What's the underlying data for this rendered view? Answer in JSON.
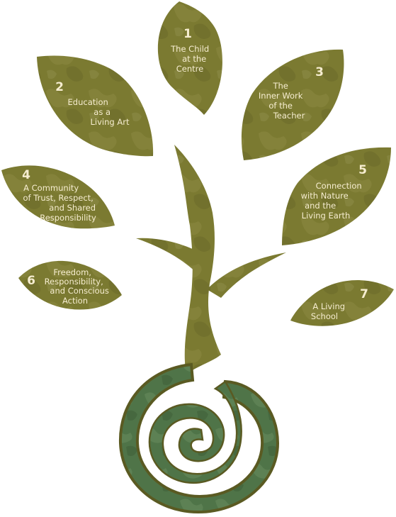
{
  "colors": {
    "leaf": "#7b7a31",
    "leaf_dark": "#5f5e24",
    "leaf_light": "#97945a",
    "stem": "#6f6a30",
    "spiral": "#4f7448",
    "spiral_light": "#6f8f64",
    "text": "#f6edd0"
  },
  "leaves": [
    {
      "number": "1",
      "lines": [
        "The Child",
        "at the",
        "Centre"
      ]
    },
    {
      "number": "2",
      "lines": [
        "Education",
        "as a",
        "Living Art"
      ]
    },
    {
      "number": "3",
      "lines": [
        "The",
        "Inner Work",
        "of the",
        "Teacher"
      ]
    },
    {
      "number": "4",
      "lines": [
        "A Community",
        "of Trust, Respect,",
        "and Shared",
        "Responsibility"
      ]
    },
    {
      "number": "5",
      "lines": [
        "Connection",
        "with Nature",
        "and the",
        "Living Earth"
      ]
    },
    {
      "number": "6",
      "lines": [
        "Freedom,",
        "Responsibility,",
        "and Conscious",
        "Action"
      ]
    },
    {
      "number": "7",
      "lines": [
        "A Living",
        "School"
      ]
    }
  ]
}
